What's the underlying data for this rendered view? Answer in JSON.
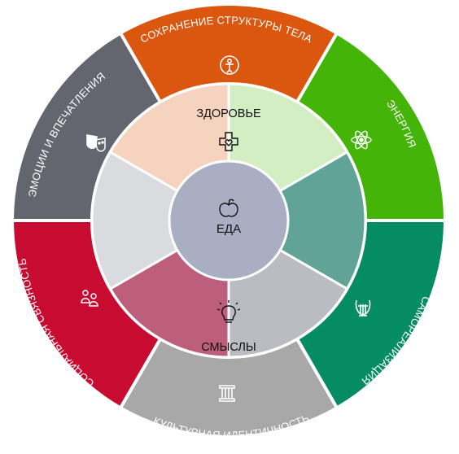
{
  "diagram": {
    "center": {
      "label": "ЕДА",
      "icon": "apple-icon",
      "color": "#A9AEC3"
    },
    "inner_ring": [
      {
        "id": "health",
        "label": "ЗДОРОВЬЕ",
        "icon": "medical-cross-icon",
        "color": "#F6D3BF"
      },
      {
        "id": "energy",
        "color": "#D3EEC2"
      },
      {
        "id": "self-realization",
        "color": "#62A397"
      },
      {
        "id": "meanings",
        "label": "СМЫСЛЫ",
        "icon": "lightbulb-icon",
        "color": "#BBBBC2"
      },
      {
        "id": "social",
        "color": "#BC5E7C"
      },
      {
        "id": "emotions",
        "color": "#DADBDE"
      }
    ],
    "outer_ring": [
      {
        "id": "body-structure",
        "label": "СОХРАНЕНИЕ СТРУКТУРЫ ТЕЛА",
        "icon": "body-icon",
        "color": "#DB5710"
      },
      {
        "id": "energy",
        "label": "ЭНЕРГИЯ",
        "icon": "atom-icon",
        "color": "#44B508"
      },
      {
        "id": "self-realization",
        "label": "САМОРЕАЛИЗАЦИЯ",
        "icon": "lyre-icon",
        "color": "#068C63"
      },
      {
        "id": "cultural-identity",
        "label": "КУЛЬТУРНАЯ ИДЕНТИЧНОСТЬ",
        "icon": "column-icon",
        "color": "#A8A8A8"
      },
      {
        "id": "social-connectedness",
        "label": "СОЦИАЛЬНАЯ СВЯЗНОСТЬ",
        "icon": "people-icon",
        "color": "#C80B30"
      },
      {
        "id": "emotions",
        "label": "ЭМОЦИИ И ВПЕЧАТЛЕНИЯ",
        "icon": "theater-masks-icon",
        "color": "#63666E"
      }
    ]
  }
}
